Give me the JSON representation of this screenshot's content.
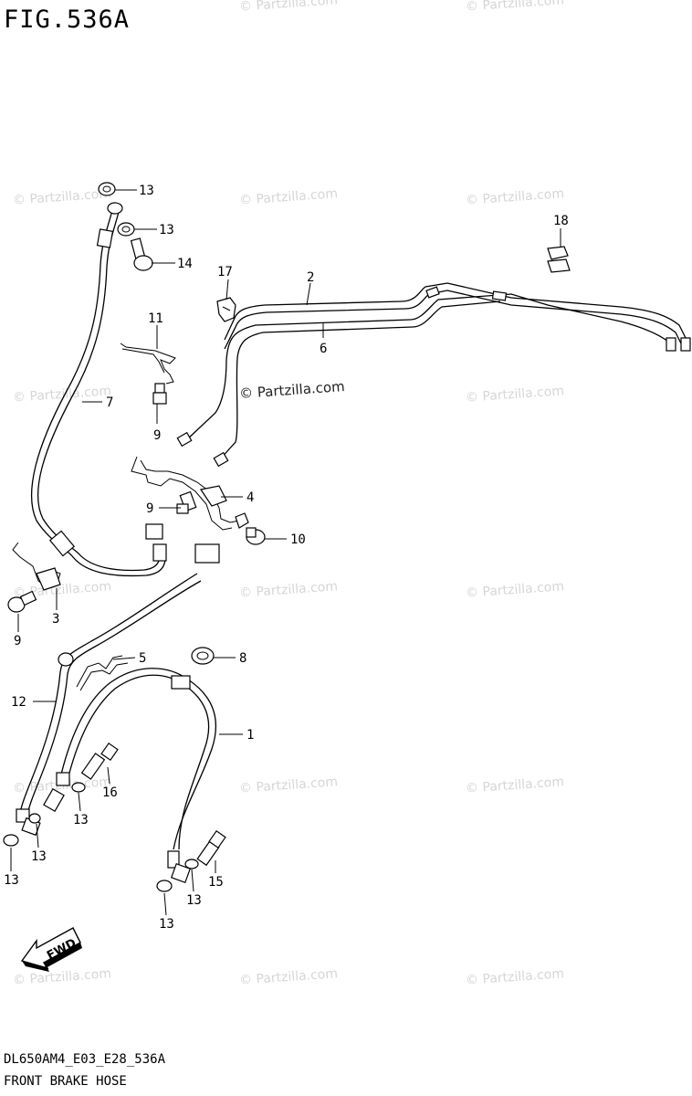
{
  "figure": {
    "title": "FIG.536A",
    "code": "DL650AM4_E03_E28_536A",
    "caption": "FRONT BRAKE HOSE"
  },
  "watermark_text": "© Partzilla.com",
  "center_watermark": "© Partzilla.com",
  "fwd_label": "FWD",
  "callouts": [
    {
      "id": "c13a",
      "text": "13"
    },
    {
      "id": "c13b",
      "text": "13"
    },
    {
      "id": "c14",
      "text": "14"
    },
    {
      "id": "c18",
      "text": "18"
    },
    {
      "id": "c17",
      "text": "17"
    },
    {
      "id": "c2",
      "text": "2"
    },
    {
      "id": "c11",
      "text": "11"
    },
    {
      "id": "c6",
      "text": "6"
    },
    {
      "id": "c7",
      "text": "7"
    },
    {
      "id": "c9a",
      "text": "9"
    },
    {
      "id": "c4",
      "text": "4"
    },
    {
      "id": "c9b",
      "text": "9"
    },
    {
      "id": "c10",
      "text": "10"
    },
    {
      "id": "c3",
      "text": "3"
    },
    {
      "id": "c9c",
      "text": "9"
    },
    {
      "id": "c5",
      "text": "5"
    },
    {
      "id": "c8",
      "text": "8"
    },
    {
      "id": "c12",
      "text": "12"
    },
    {
      "id": "c1",
      "text": "1"
    },
    {
      "id": "c16",
      "text": "16"
    },
    {
      "id": "c13c",
      "text": "13"
    },
    {
      "id": "c13d",
      "text": "13"
    },
    {
      "id": "c13e",
      "text": "13"
    },
    {
      "id": "c15",
      "text": "15"
    },
    {
      "id": "c13f",
      "text": "13"
    },
    {
      "id": "c13g",
      "text": "13"
    }
  ],
  "colors": {
    "line": "#000000",
    "watermark": "#d6d6d6",
    "background": "#ffffff"
  }
}
